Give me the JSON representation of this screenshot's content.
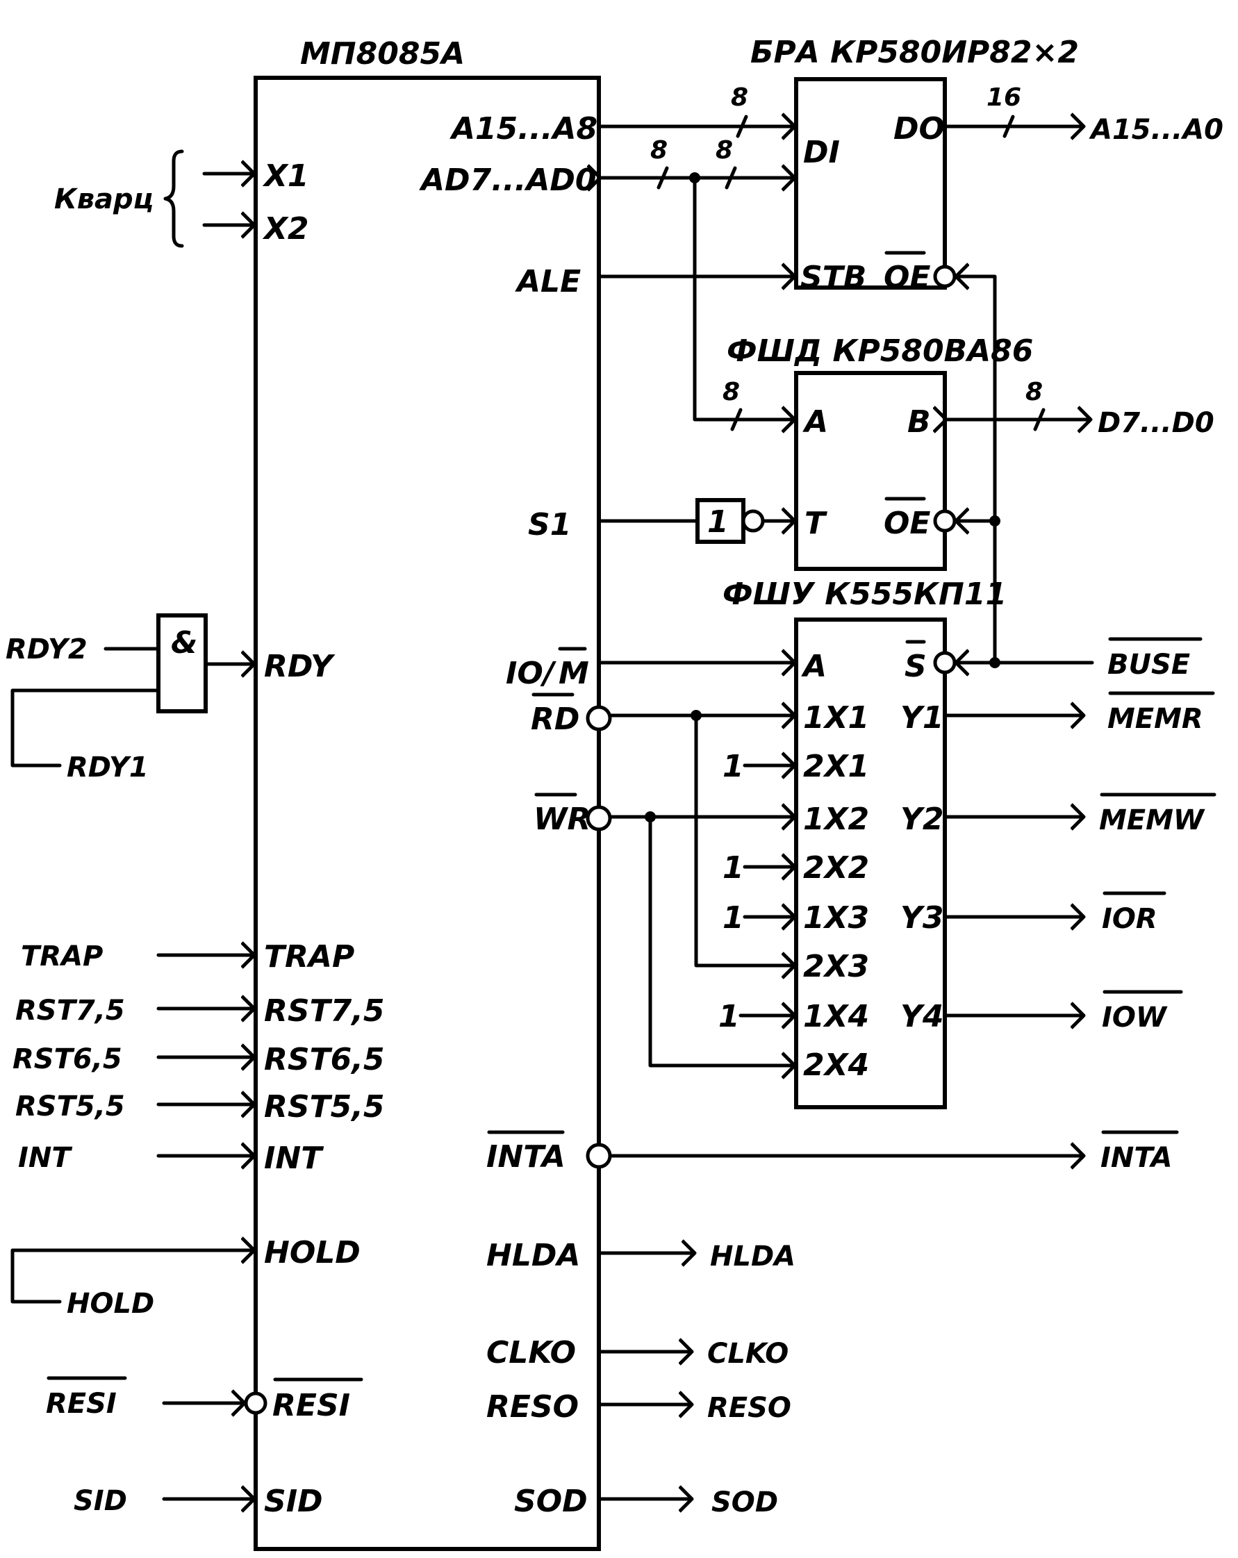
{
  "chips": {
    "cpu": "МП8085А",
    "latch": "БРА КР580ИР82×2",
    "transceiver": "ФШД КР580ВА86",
    "mux": "ФШУ К555КП11"
  },
  "crystal_label": "Кварц",
  "cpu_left_pins": {
    "x1": "X1",
    "x2": "X2",
    "rdy": "RDY",
    "trap": "TRAP",
    "rst75": "RST7,5",
    "rst65": "RST6,5",
    "rst55": "RST5,5",
    "int": "INT",
    "hold": "HOLD",
    "resi": "RESI",
    "sid": "SID"
  },
  "cpu_right_pins": {
    "a15a8": "A15...A8",
    "ad7ad0": "AD7...AD0",
    "ale": "ALE",
    "s1": "S1",
    "io_m_left": "IO/",
    "io_m_right": "M",
    "rd": "RD",
    "wr": "WR",
    "inta": "INTA",
    "hlda": "HLDA",
    "clko": "CLKO",
    "reso": "RESO",
    "sod": "SOD"
  },
  "latch_pins": {
    "di": "DI",
    "do": "DO",
    "stb": "STB",
    "oe": "OE"
  },
  "transceiver_pins": {
    "a": "A",
    "b": "B",
    "t": "T",
    "oe": "OE"
  },
  "mux_pins": {
    "a": "A",
    "s": "S",
    "x11": "1X1",
    "x21": "2X1",
    "x12": "1X2",
    "x22": "2X2",
    "x13": "1X3",
    "x23": "2X3",
    "x14": "1X4",
    "x24": "2X4",
    "y1": "Y1",
    "y2": "Y2",
    "y3": "Y3",
    "y4": "Y4"
  },
  "logic": {
    "and_gate": "&",
    "inverter": "1",
    "const_one": "1"
  },
  "bus_widths": {
    "w8": "8",
    "w16": "16"
  },
  "left_inputs": {
    "rdy2": "RDY2",
    "rdy1": "RDY1",
    "trap": "TRAP",
    "rst75": "RST7,5",
    "rst65": "RST6,5",
    "rst55": "RST5,5",
    "int": "INT",
    "hold": "HOLD",
    "resi": "RESI",
    "sid": "SID"
  },
  "right_outputs": {
    "addr": "A15...A0",
    "data": "D7...D0",
    "buse": "BUSE",
    "memr": "MEMR",
    "memw": "MEMW",
    "ior": "IOR",
    "iow": "IOW",
    "inta": "INTA",
    "hlda": "HLDA",
    "clko": "CLKO",
    "reso": "RESO",
    "sod": "SOD"
  }
}
